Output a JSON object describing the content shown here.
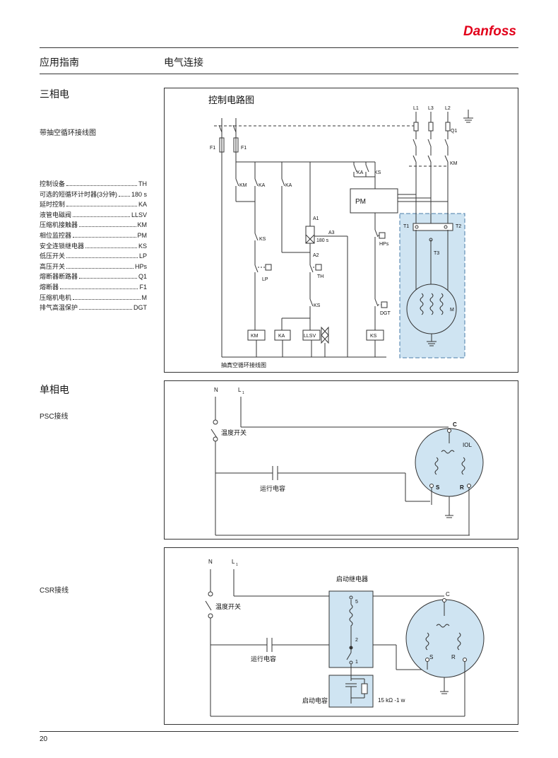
{
  "brand": {
    "logo_text": "Danfoss",
    "color": "#e2001a"
  },
  "header": {
    "left": "应用指南",
    "right": "电气连接"
  },
  "three_phase": {
    "title": "三相电",
    "subtitle": "带抽空循环接线图",
    "legend": [
      {
        "label": "控制设备",
        "code": "TH"
      },
      {
        "label": "可选的短循环计时器(3分钟)",
        "code": "180 s"
      },
      {
        "label": "延时控制",
        "code": "KA"
      },
      {
        "label": "液管电磁阀",
        "code": "LLSV"
      },
      {
        "label": "压缩机接触器",
        "code": "KM"
      },
      {
        "label": "相位监控器",
        "code": "PM"
      },
      {
        "label": "安全连锁继电器",
        "code": "KS"
      },
      {
        "label": "低压开关",
        "code": "LP"
      },
      {
        "label": "高压开关",
        "code": "HPs"
      },
      {
        "label": "熔断器断路器",
        "code": "Q1"
      },
      {
        "label": "熔断器",
        "code": "F1"
      },
      {
        "label": "压缩机电机",
        "code": "M"
      },
      {
        "label": "排气高温保护",
        "code": "DGT"
      }
    ],
    "diagram": {
      "title": "控制电路图",
      "caption": "抽真空循环接线图",
      "labels": {
        "l1": "L1",
        "l3": "L3",
        "l2": "L2",
        "q1": "Q1",
        "km_top": "KM",
        "f1a": "F1",
        "f1b": "F1",
        "ka_a": "KA",
        "ks_a": "KS",
        "pm": "PM",
        "km_b": "KM",
        "ka_b": "KA",
        "ka_c": "KA",
        "a1": "A1",
        "a2": "A2",
        "a3": "A3",
        "t180": "180 s",
        "ks_b": "KS",
        "hps": "HPs",
        "lp": "LP",
        "th": "TH",
        "ks_c": "KS",
        "dgt": "DGT",
        "t1": "T1",
        "t2": "T2",
        "t3": "T3",
        "m": "M",
        "coil_km": "KM",
        "coil_ka": "KA",
        "coil_llsv": "LLSV",
        "coil_ks": "KS"
      }
    }
  },
  "single_phase": {
    "title": "单相电",
    "psc": {
      "label": "PSC接线",
      "n": "N",
      "l": "L",
      "l_sub": "1",
      "thermostat": "温度开关",
      "run_cap": "运行电容",
      "c": "C",
      "iol": "IOL",
      "s": "S",
      "r": "R"
    },
    "csr": {
      "label": "CSR接线",
      "n": "N",
      "l": "L",
      "l_sub": "1",
      "thermostat": "温度开关",
      "start_relay": "启动继电器",
      "run_cap": "运行电容",
      "start_cap": "启动电容",
      "resistor": "15 kΩ -1 w",
      "t5": "5",
      "t2": "2",
      "t1": "1",
      "c": "C",
      "s": "S",
      "r": "R"
    }
  },
  "footer": {
    "page": "20"
  }
}
